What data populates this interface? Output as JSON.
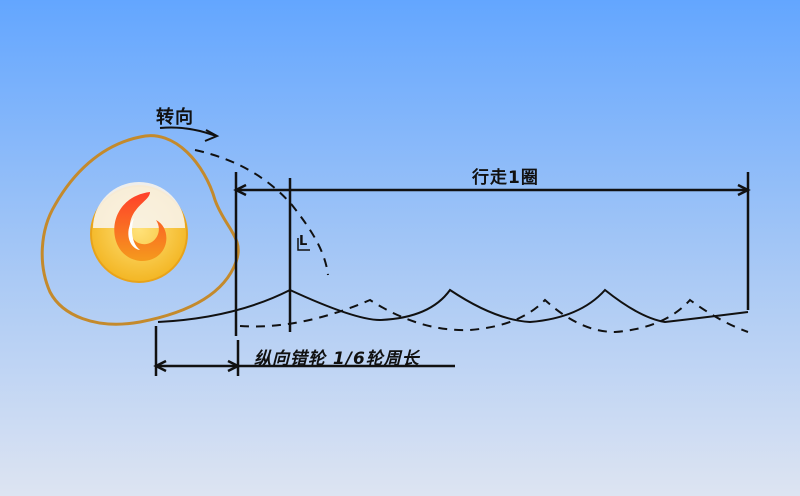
{
  "colors": {
    "background_top": "#63a6ff",
    "background_bottom": "#d9e2f3",
    "wheel_outline": "#c48a2c",
    "logo_flame_outer": "#f2711d",
    "logo_disc": "#f7c433",
    "ink": "#111111"
  },
  "labels": {
    "rotation": "转向",
    "travel_one_turn": "行走1圈",
    "longitudinal_offset": "纵向错轮 1/6轮周长",
    "small_mark": "L"
  },
  "icons": {
    "logo": "flame-logo-icon",
    "rotation_arrow": "curved-arrow-icon"
  }
}
